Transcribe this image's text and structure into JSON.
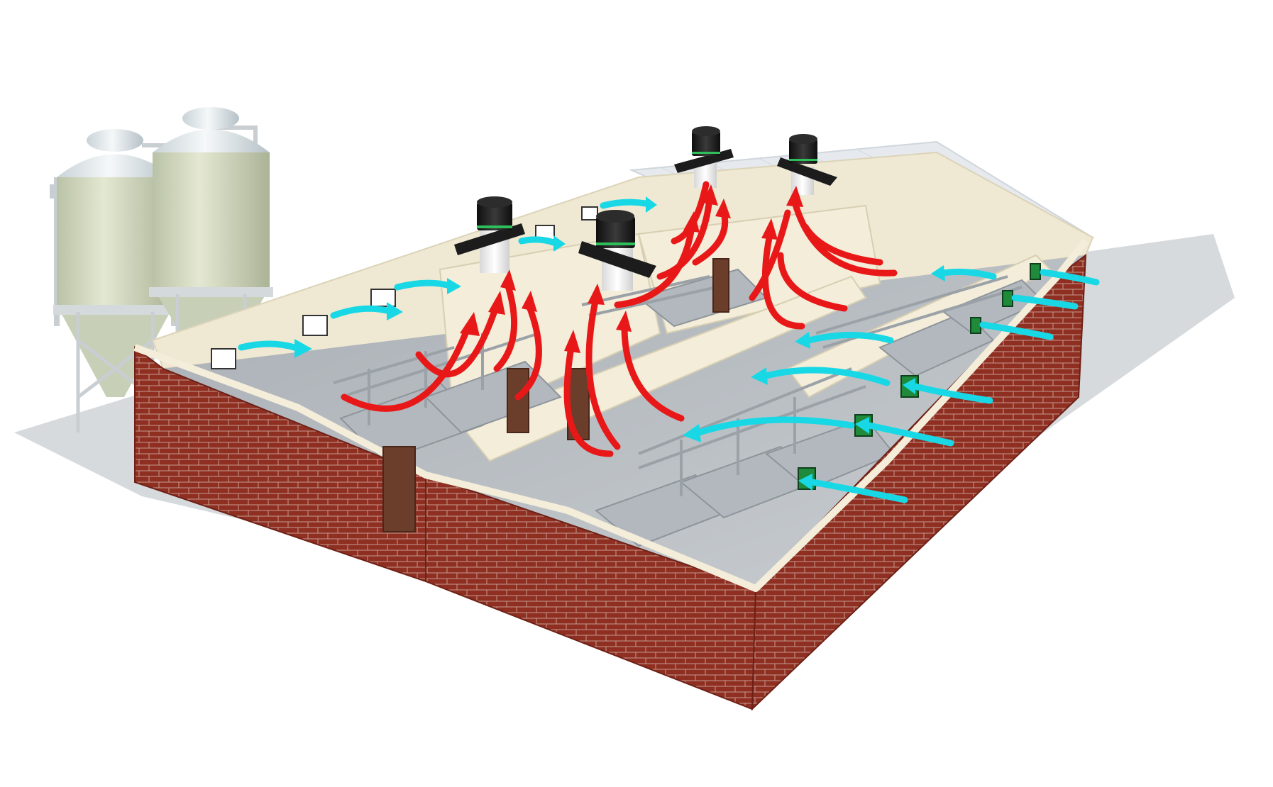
{
  "diagram": {
    "kind": "barn-ventilation-cutaway",
    "labels": [],
    "colors": {
      "background": "#ffffff",
      "ground": "#cfd3d6",
      "brick": "#8e2f22",
      "brick_mortar": "#c79a8f",
      "wall_interior": "#efe8d2",
      "wall_cap": "#f3edd9",
      "floor": "#b9bec3",
      "pen_rail": "#9aa1a7",
      "roof_glass": "#e6eaee",
      "silo_body": "#d9dfc6",
      "silo_top": "#eef1f3",
      "silo_frame": "#c9ced2",
      "door": "#6b3d2b",
      "chimney_black": "#1c1c1c",
      "chimney_white": "#f4f4f4",
      "chimney_ring": "#2fbf5a",
      "warm_air": "#e81818",
      "fresh_air": "#19d8e6",
      "inlet_green": "#1f8a3a"
    },
    "components": {
      "silos": 2,
      "roof_chimneys": 4,
      "ceiling_inlets": 6,
      "wall_inlets": 6,
      "doors": 4,
      "rooms": 4
    },
    "airflow": {
      "fresh_air_arrows": 15,
      "warm_air_arrows": 16
    }
  }
}
